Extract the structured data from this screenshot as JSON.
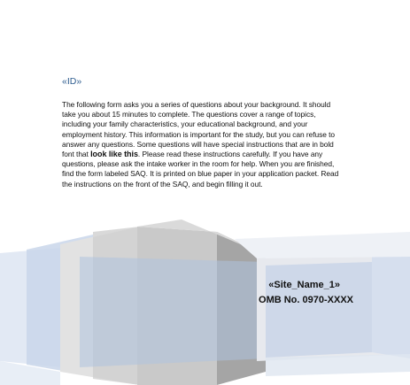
{
  "document": {
    "id_field": "«ID»",
    "intro_before_bold": "The following form asks you a series of questions about your background. It should take you about 15 minutes to complete. The questions cover a range of topics, including your family characteristics, your educational background, and your employment history. This information is important for the study, but you can refuse to answer any questions. Some questions will have special instructions that are in bold font that ",
    "bold_phrase": "look like this",
    "intro_after_bold": ". Please read these instructions carefully. If you have any questions, please ask the intake worker in the room for help. When you are finished, find the form labeled SAQ. It is printed on blue paper in your application packet. Read the instructions on the front of the SAQ, and begin filling it out.",
    "site_name": "«Site_Name_1»",
    "omb_number": "OMB No. 0970-XXXX"
  },
  "colors": {
    "id_text": "#2d5c8f",
    "band_light_blue": "#c9d6ea",
    "band_mid_blue": "#a9bedd",
    "block_gray_light": "#e4e4e4",
    "block_gray_mid": "#c6c6c6",
    "block_gray_dark": "#9a9a9a"
  }
}
